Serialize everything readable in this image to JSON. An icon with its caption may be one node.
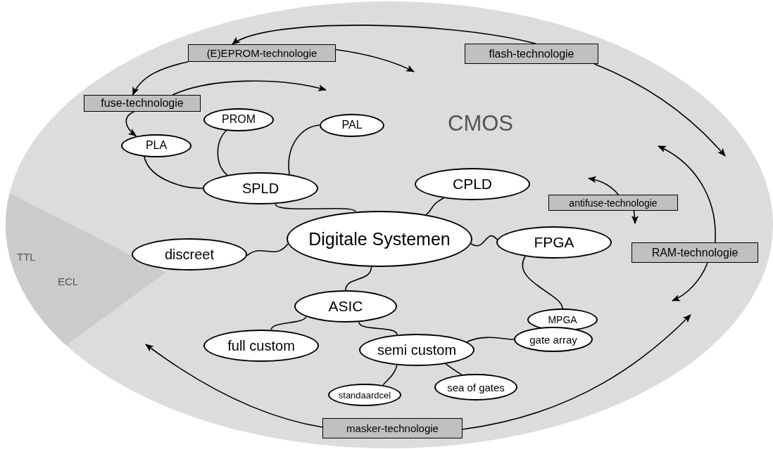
{
  "diagram": {
    "nodes": [
      {
        "text": [
          "Digitale Systemen"
        ]
      },
      {
        "text": [
          "SPLD"
        ]
      },
      {
        "text": [
          "PLA"
        ]
      },
      {
        "text": [
          "PROM"
        ]
      },
      {
        "text": [
          "PAL"
        ]
      },
      {
        "text": [
          "CPLD"
        ]
      },
      {
        "text": [
          "FPGA"
        ]
      },
      {
        "text": [
          "discreet"
        ]
      },
      {
        "text": [
          "ASIC"
        ]
      },
      {
        "text": [
          "full custom"
        ]
      },
      {
        "text": [
          "semi custom"
        ]
      },
      {
        "text": [
          "MPGA"
        ]
      },
      {
        "text": [
          "gate array"
        ]
      },
      {
        "text": [
          "standaardcel"
        ]
      },
      {
        "text": [
          "sea of gates"
        ]
      },
      {
        "text": [
          "(E)EPROM-technologie"
        ]
      },
      {
        "text": [
          "fuse-technologie"
        ]
      },
      {
        "text": [
          "flash-technologie"
        ]
      },
      {
        "text": [
          "antifuse-technologie"
        ]
      },
      {
        "text": [
          "RAM-technologie"
        ]
      },
      {
        "text": [
          "masker-technologie"
        ]
      }
    ],
    "edges": [
      {
        "from": 0,
        "to": 1,
        "arrow": "none"
      },
      {
        "from": 1,
        "to": 2,
        "arrow": "none"
      },
      {
        "from": 1,
        "to": 3,
        "arrow": "none"
      },
      {
        "from": 1,
        "to": 4,
        "arrow": "none"
      },
      {
        "from": 0,
        "to": 5,
        "arrow": "none"
      },
      {
        "from": 0,
        "to": 6,
        "arrow": "none"
      },
      {
        "from": 0,
        "to": 7,
        "arrow": "none"
      },
      {
        "from": 0,
        "to": 8,
        "arrow": "none"
      },
      {
        "from": 6,
        "to": 11,
        "arrow": "none"
      },
      {
        "from": 8,
        "to": 9,
        "arrow": "none"
      },
      {
        "from": 8,
        "to": 10,
        "arrow": "none"
      },
      {
        "from": 10,
        "to": 12,
        "arrow": "none"
      },
      {
        "from": 10,
        "to": 13,
        "arrow": "none"
      },
      {
        "from": 10,
        "to": 14,
        "arrow": "none"
      },
      {
        "from": 17,
        "to": 15,
        "arrow": "to"
      },
      {
        "from": 17,
        "to": null,
        "arrow": "to"
      },
      {
        "from": 15,
        "to": 16,
        "arrow": "to"
      },
      {
        "from": 15,
        "to": null,
        "arrow": "to"
      },
      {
        "from": 16,
        "to": null,
        "arrow": "to"
      },
      {
        "from": 16,
        "to": 2,
        "arrow": "to"
      },
      {
        "from": 18,
        "to": null,
        "arrow": "to"
      },
      {
        "from": 18,
        "to": null,
        "arrow": "to"
      },
      {
        "from": 19,
        "to": null,
        "arrow": "to"
      },
      {
        "from": 19,
        "to": null,
        "arrow": "to"
      },
      {
        "from": 20,
        "to": null,
        "arrow": "to"
      },
      {
        "from": 20,
        "to": null,
        "arrow": "to"
      }
    ],
    "labels": [
      "CMOS",
      "TTL",
      "ECL"
    ]
  }
}
